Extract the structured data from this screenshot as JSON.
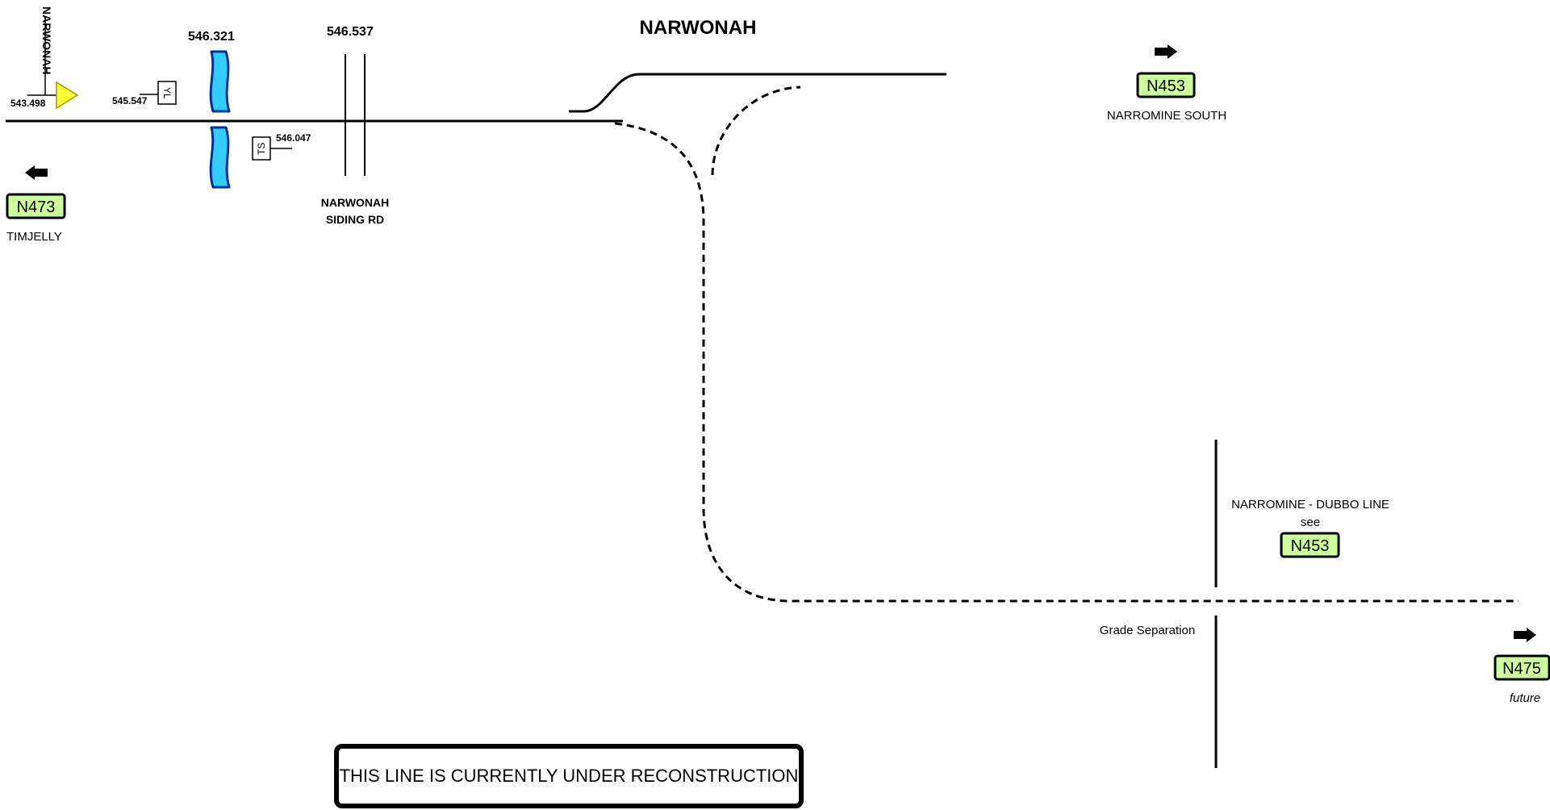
{
  "station": {
    "name": "NARWONAH",
    "rotated_label": "NARWONAH",
    "km": "543.498"
  },
  "signs": {
    "yl": {
      "km": "545.547",
      "text": "YL"
    },
    "ts": {
      "km": "546.047",
      "text": "TS"
    }
  },
  "bridge": {
    "km": "546.321"
  },
  "crossing": {
    "km": "546.537",
    "road_line1": "NARWONAH",
    "road_line2": "SIDING RD"
  },
  "left_exit": {
    "code": "N473",
    "destination": "TIMJELLY"
  },
  "right_exit": {
    "code": "N453",
    "destination": "NARROMINE SOUTH"
  },
  "branch_exit": {
    "code": "N475",
    "note": "future"
  },
  "dubbo_line": {
    "label": "NARROMINE - DUBBO LINE",
    "see": "see",
    "code": "N453"
  },
  "grade_separation": "Grade Separation",
  "notice": "THIS LINE IS CURRENTLY UNDER RECONSTRUCTION",
  "colors": {
    "badge_fill": "#ccff99",
    "bridge_fill": "#33ccff",
    "bridge_stroke": "#003399",
    "station_fill": "#ffff33"
  },
  "icons": [
    "arrow-left-icon",
    "arrow-right-icon",
    "station-marker-icon",
    "bridge-icon"
  ]
}
